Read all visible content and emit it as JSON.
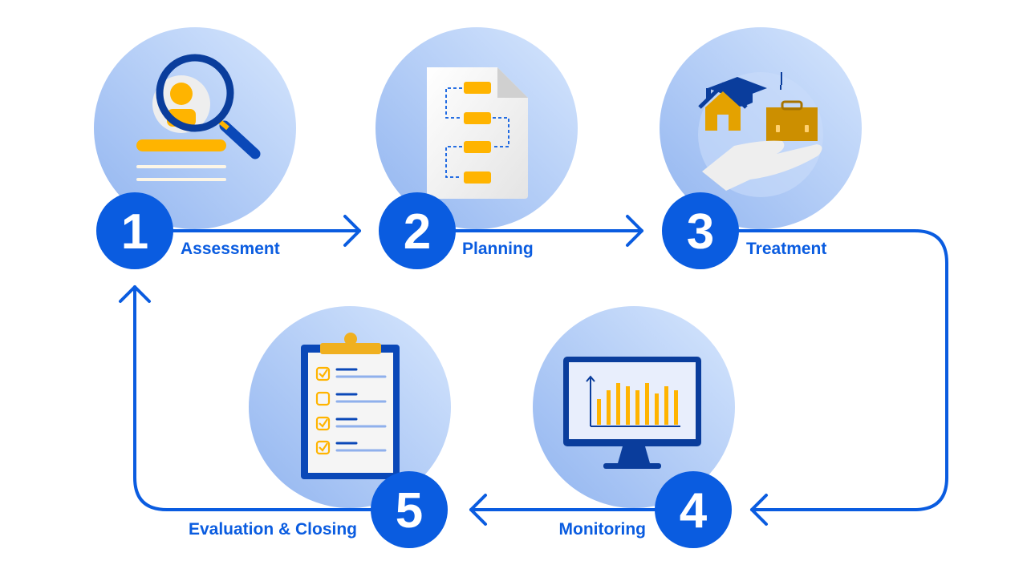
{
  "colors": {
    "accent": "#0a5ce0",
    "bubble_dark": "#9cbcf2",
    "bubble_light": "#d3e4fc",
    "gold": "#ffb400",
    "navy": "#0a3d9c"
  },
  "steps": [
    {
      "number": "1",
      "label": "Assessment",
      "icon": "magnifier-profile-icon"
    },
    {
      "number": "2",
      "label": "Planning",
      "icon": "flowchart-document-icon"
    },
    {
      "number": "3",
      "label": "Treatment",
      "icon": "hand-home-education-work-icon"
    },
    {
      "number": "4",
      "label": "Monitoring",
      "icon": "monitor-bar-chart-icon"
    },
    {
      "number": "5",
      "label": "Evaluation & Closing",
      "icon": "clipboard-checklist-icon"
    }
  ]
}
